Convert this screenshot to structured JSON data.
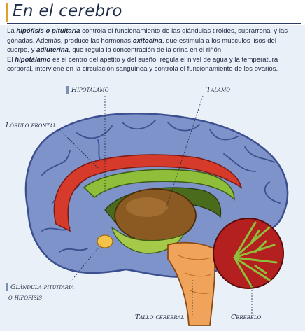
{
  "title": "En el cerebro",
  "intro": {
    "p1_a": "La ",
    "p1_term1": "hipófisis o pituitaria",
    "p1_b": " controla el funcionamiento de las glándulas tiroides, suprarrenal y las gónadas. Además, produce las hormonas ",
    "p1_term2": "oxitocina",
    "p1_c": ", que estimula a los músculos lisos del cuerpo, y ",
    "p1_term3": "adiuterina",
    "p1_d": ", que regula la concentración de la orina en el riñón.",
    "p2_a": "El ",
    "p2_term1": "hipotálamo",
    "p2_b": " es el centro del apetito y del sueño, regula el nivel de agua y la temperatura corporal, interviene en la circulación sanguínea y controla el funcionamiento de los ovarios."
  },
  "labels": {
    "hipotalamo": "Hipotálamo",
    "talamo": "Tálamo",
    "lobulo_frontal": "Lóbulo frontal",
    "glandula_1": "Glándula pituitaria",
    "glandula_2": "o hipófisis",
    "tallo": "Tallo cerebral",
    "cerebelo": "Cerebelo"
  },
  "colors": {
    "cortex": "#7d93c9",
    "cortex_dark": "#3c4f8f",
    "green": "#8fbf3a",
    "red": "#d63a2a",
    "thalamus": "#8a5a22",
    "stem": "#f0a35a",
    "cerebellum_red": "#b3201f",
    "accent": "#e0a12a"
  }
}
